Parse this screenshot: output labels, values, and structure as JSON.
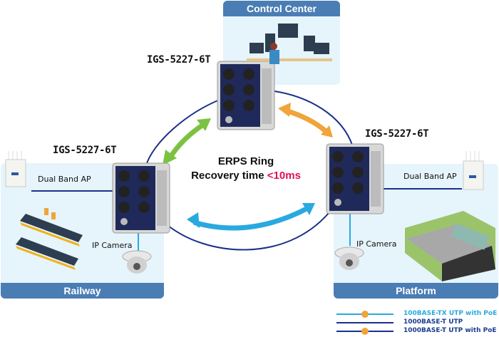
{
  "control_center": {
    "title": "Control Center"
  },
  "switches": [
    {
      "model": "IGS-5227-6T",
      "location": "top"
    },
    {
      "model": "IGS-5227-6T",
      "location": "left"
    },
    {
      "model": "IGS-5227-6T",
      "location": "right"
    }
  ],
  "ring": {
    "title": "ERPS Ring",
    "recovery_prefix": "Recovery time",
    "recovery_value": "<10ms"
  },
  "railway": {
    "title": "Railway",
    "ap_label": "Dual Band AP",
    "camera_label": "IP Camera"
  },
  "platform": {
    "title": "Platform",
    "ap_label": "Dual Band AP",
    "camera_label": "IP Camera"
  },
  "legend": [
    {
      "label": "100BASE-TX UTP with PoE",
      "line_color": "#29a9e0",
      "poe": true,
      "poe_badge": "PoE"
    },
    {
      "label": "1000BASE-T UTP",
      "line_color": "#1a2f8a",
      "poe": false
    },
    {
      "label": "1000BASE-T UTP with PoE",
      "line_color": "#1a2f8a",
      "poe": true,
      "poe_badge": "PoE"
    }
  ],
  "colors": {
    "panel_bg": "#e6f4fc",
    "panel_bar": "#4a7db4",
    "ring_line": "#1a2f8a",
    "poe_line": "#29a9e0",
    "arrow_green": "#7cc242",
    "arrow_orange": "#f0a43a",
    "arrow_blue": "#29a9e0",
    "recovery_accent": "#e0105a"
  }
}
